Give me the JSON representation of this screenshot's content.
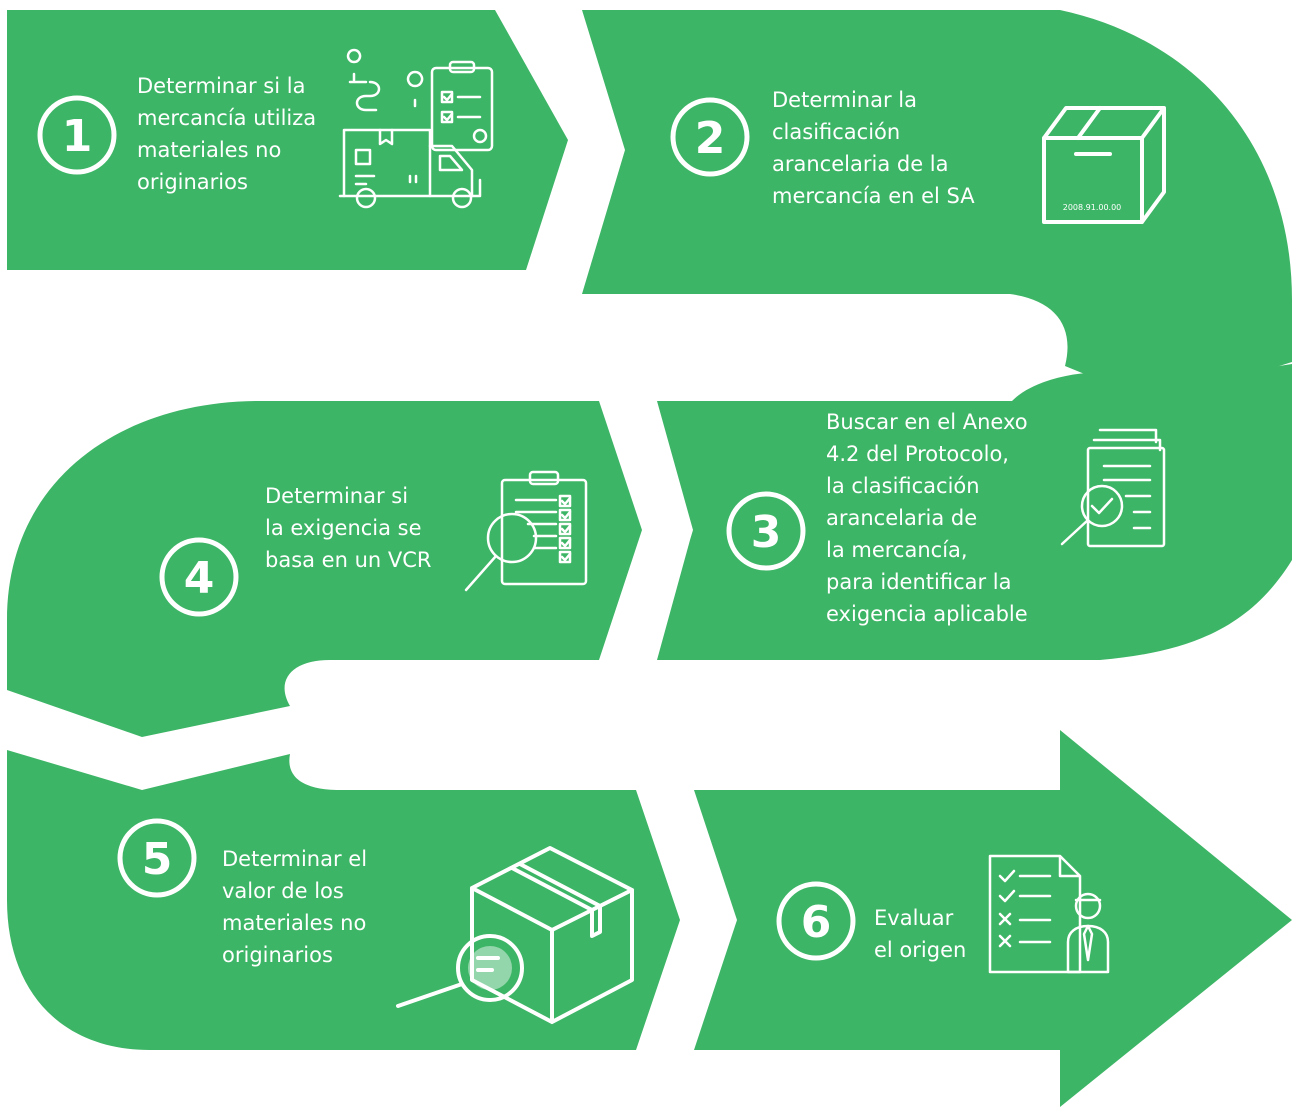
{
  "colors": {
    "background": "#ffffff",
    "band": "#3db566",
    "foreground": "#ffffff"
  },
  "steps": [
    {
      "number": "1",
      "lines": [
        "Determinar si la",
        "mercancía utiliza",
        "materiales no",
        "originarios"
      ],
      "icon": "delivery-truck-route-icon"
    },
    {
      "number": "2",
      "lines": [
        "Determinar la",
        "clasificación",
        "arancelaria de la",
        "mercancía en el SA"
      ],
      "icon": "box-icon",
      "box_code": "2008.91.00.00"
    },
    {
      "number": "3",
      "lines": [
        "Buscar en el Anexo",
        "4.2 del Protocolo,",
        "la clasificación",
        "arancelaria de",
        "la mercancía,",
        "para identificar la",
        "exigencia aplicable"
      ],
      "icon": "document-search-icon"
    },
    {
      "number": "4",
      "lines": [
        "Determinar si",
        "la exigencia se",
        "basa en un VCR"
      ],
      "icon": "clipboard-search-icon"
    },
    {
      "number": "5",
      "lines": [
        "Determinar el",
        "valor de los",
        "materiales no",
        "originarios"
      ],
      "icon": "box-search-icon"
    },
    {
      "number": "6",
      "lines": [
        "Evaluar",
        "el origen"
      ],
      "icon": "checklist-person-icon"
    }
  ]
}
